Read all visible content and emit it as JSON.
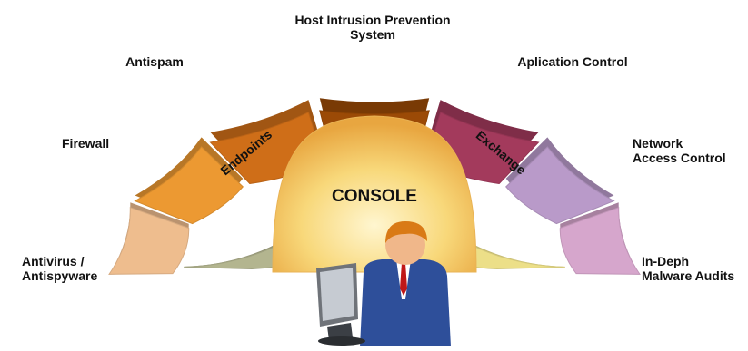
{
  "diagram": {
    "center": {
      "label": "CONSOLE"
    },
    "inner_ring": [
      {
        "label": "Endpoints",
        "color": "#b3b58f"
      },
      {
        "label": "Exchange",
        "color": "#ecdf88"
      }
    ],
    "outer_ring": [
      {
        "id": "antivirus",
        "lines": [
          "Antivirus /",
          "Antispyware"
        ],
        "color": "#eebd8e"
      },
      {
        "id": "firewall",
        "lines": [
          "Firewall"
        ],
        "color": "#ec9932"
      },
      {
        "id": "antispam",
        "lines": [
          "Antispam"
        ],
        "color": "#cf6e18"
      },
      {
        "id": "hips",
        "lines": [
          "Host Intrusion Prevention",
          "System"
        ],
        "color": "#9b4a06"
      },
      {
        "id": "appcontrol",
        "lines": [
          "Aplication Control"
        ],
        "color": "#a33a5c"
      },
      {
        "id": "nac",
        "lines": [
          "Network",
          "Access Control"
        ],
        "color": "#b99ac9"
      },
      {
        "id": "malware",
        "lines": [
          "In-Deph",
          "Malware Audits"
        ],
        "color": "#d6a6cc"
      }
    ]
  }
}
